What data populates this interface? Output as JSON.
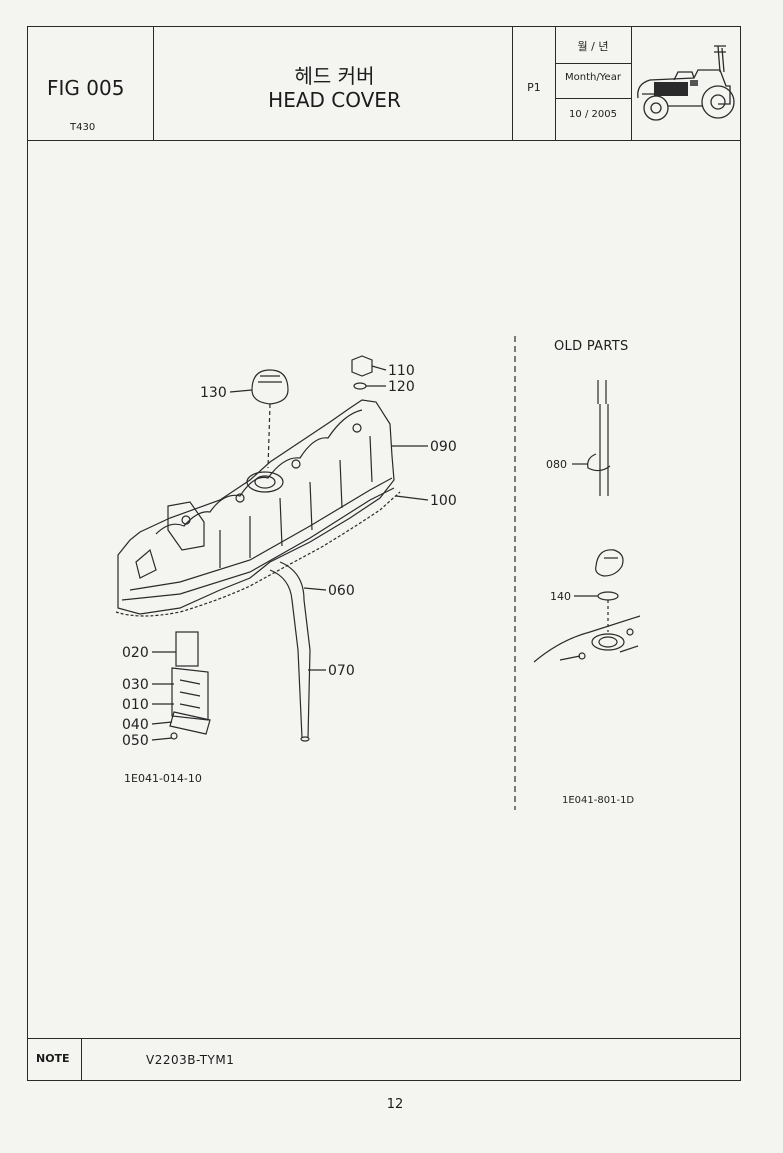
{
  "header": {
    "fig": "FIG 005",
    "model": "T430",
    "title_ko": "헤드 커버",
    "title_en": "HEAD COVER",
    "page_code": "P1",
    "month_year_ko": "월 / 년",
    "month_year_en": "Month/Year",
    "month_year_value": "10 / 2005",
    "tractor_icon": "tractor-icon"
  },
  "diagram": {
    "callouts": [
      "110",
      "120",
      "130",
      "090",
      "100",
      "060",
      "070",
      "020",
      "030",
      "010",
      "040",
      "050"
    ],
    "code": "1E041-014-10"
  },
  "old_parts": {
    "title": "OLD PARTS",
    "callouts": [
      "080",
      "140"
    ],
    "code": "1E041-801-1D"
  },
  "note": {
    "label": "NOTE",
    "value": "V2203B-TYM1"
  },
  "page_number": "12"
}
